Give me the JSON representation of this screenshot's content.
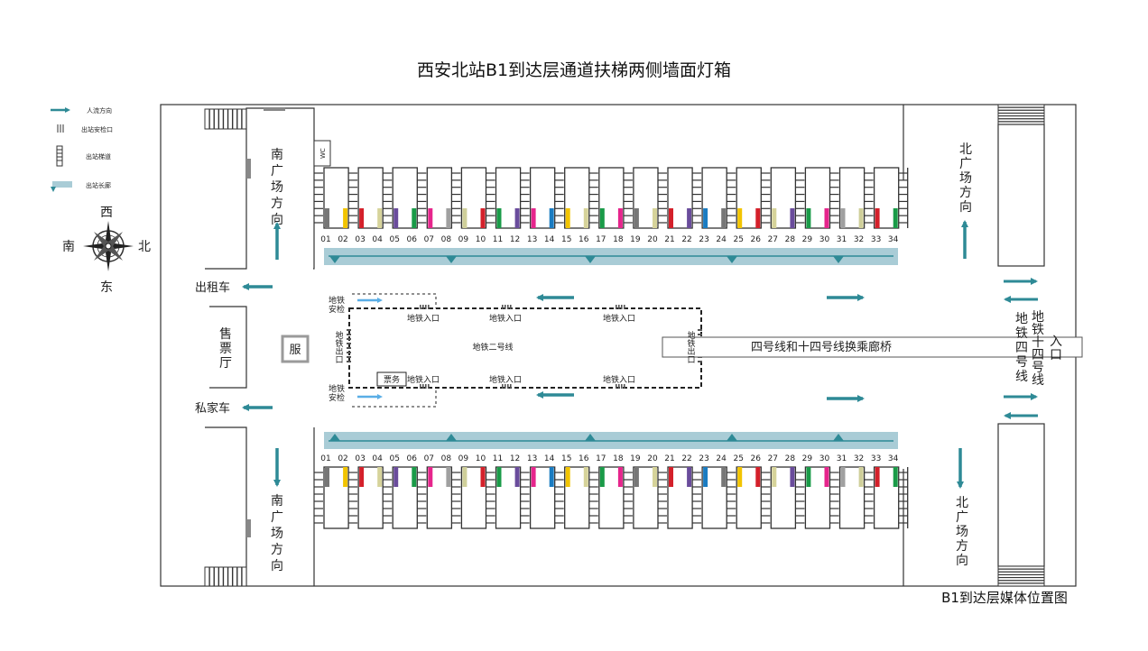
{
  "title": "西安北站B1到达层通道扶梯两侧墙面灯箱",
  "caption": "B1到达层媒体位置图",
  "legend": [
    {
      "icon": "arrow-icon",
      "label": "人流方向"
    },
    {
      "icon": "gate-icon",
      "label": "出站安检口"
    },
    {
      "icon": "stairs-icon",
      "label": "出站梯道"
    },
    {
      "icon": "corridor-icon",
      "label": "出站长廊"
    }
  ],
  "compass": {
    "west": "西",
    "south": "南",
    "north": "北",
    "east": "东"
  },
  "labels": {
    "south_plaza_top": "南广场方向",
    "south_plaza_bottom": "南广场方向",
    "north_plaza_top": "北广场方向",
    "north_plaza_bottom": "北广场方向",
    "wc": "WC",
    "taxi": "出租车",
    "private_car": "私家车",
    "ticket_hall": "售票厅",
    "service": "服",
    "ticket_office": "票务",
    "metro_security_top": "地铁安检",
    "metro_security_bottom": "地铁安检",
    "metro_exit_left": "地铁出口",
    "metro_exit_right": "地铁出口",
    "metro_entrance": "地铁入口",
    "metro_line2": "地铁二号线",
    "transfer_bridge": "四号线和十四号线换乘廊桥",
    "line4": "地铁四号线",
    "line14": "地铁十四号线",
    "entrance": "入口"
  },
  "stall_numbers": [
    "01",
    "02",
    "03",
    "04",
    "05",
    "06",
    "07",
    "08",
    "09",
    "10",
    "11",
    "12",
    "13",
    "14",
    "15",
    "16",
    "17",
    "18",
    "19",
    "20",
    "21",
    "22",
    "23",
    "24",
    "25",
    "26",
    "27",
    "28",
    "29",
    "30",
    "31",
    "32",
    "33",
    "34"
  ],
  "colors": {
    "arrow": "#2e8a96",
    "arrow_light": "#5aaee6",
    "corridor": "#a9ccd6",
    "media": [
      "#777777",
      "#f2c400",
      "#d4202a",
      "#d6d39a",
      "#6a4c9c",
      "#1a9b48",
      "#e6258c",
      "#a0a0a0",
      "#cfcf9a",
      "#d4202a",
      "#1a9b48",
      "#6a4c9c",
      "#e6258c",
      "#1a7cc2",
      "#f2c400",
      "#d6d39a",
      "#1a9b48",
      "#e6258c",
      "#777777",
      "#d6d39a",
      "#d4202a",
      "#6a4c9c",
      "#1a7cc2"
    ]
  }
}
